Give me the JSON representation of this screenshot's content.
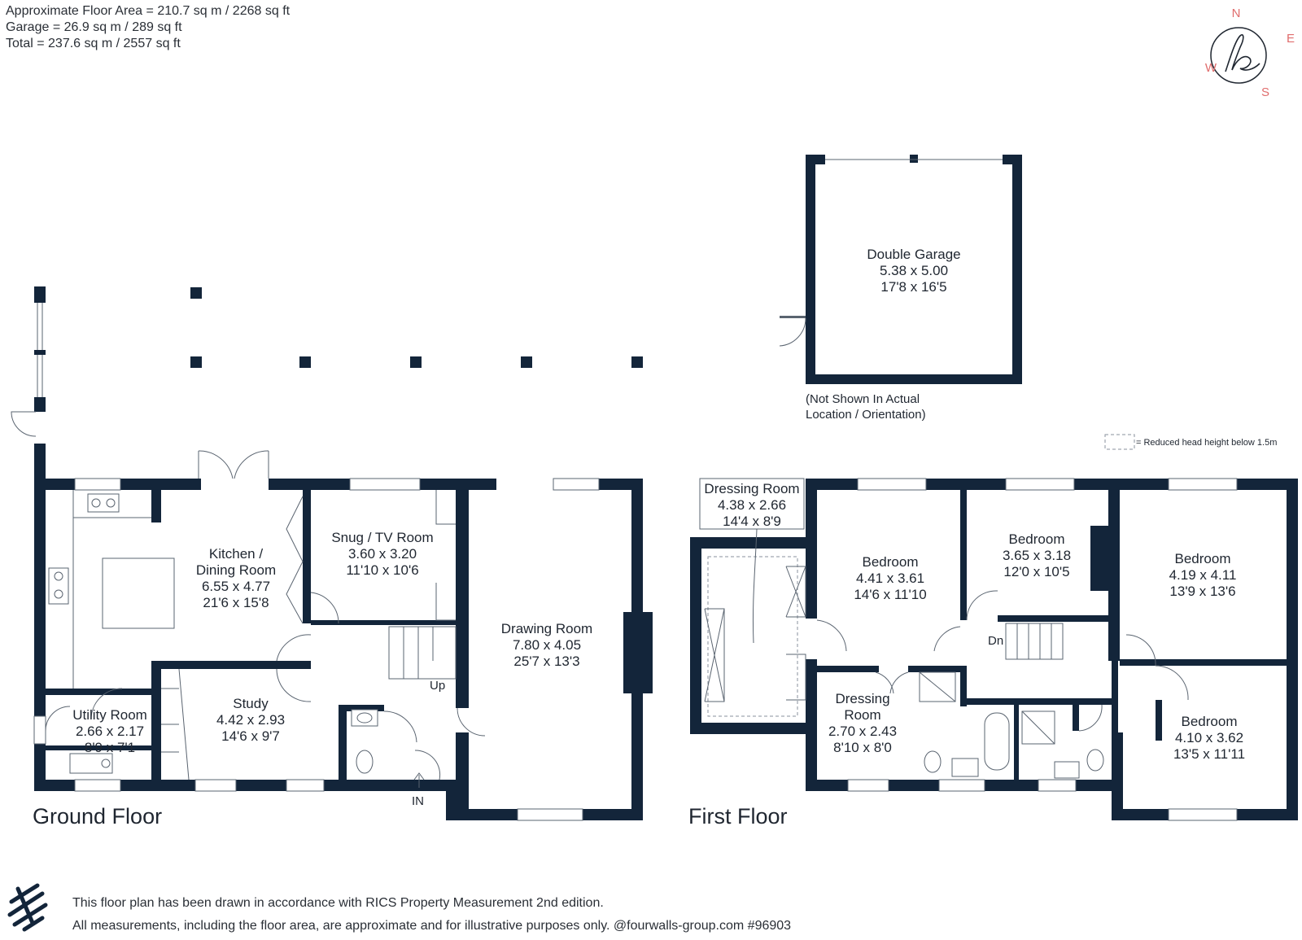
{
  "header": {
    "floor_area": "Approximate Floor Area = 210.7 sq m / 2268 sq ft",
    "garage": "Garage = 26.9 sq m / 289 sq ft",
    "total": "Total = 237.6 sq m / 2557 sq ft"
  },
  "compass": {
    "n": "N",
    "e": "E",
    "s": "S",
    "w": "W"
  },
  "garage_block": {
    "name": "Double Garage",
    "metric": "5.38 x 5.00",
    "imperial": "17'8 x 16'5",
    "note_line1": "(Not Shown In Actual",
    "note_line2": "Location / Orientation)"
  },
  "legend": {
    "reduced_head_height": "= Reduced head height below 1.5m"
  },
  "ground_floor": {
    "title": "Ground Floor",
    "rooms": [
      {
        "name": "Kitchen /",
        "name2": "Dining Room",
        "metric": "6.55 x 4.77",
        "imperial": "21'6 x 15'8"
      },
      {
        "name": "Snug / TV Room",
        "metric": "3.60 x 3.20",
        "imperial": "11'10 x 10'6"
      },
      {
        "name": "Drawing Room",
        "metric": "7.80 x 4.05",
        "imperial": "25'7 x 13'3"
      },
      {
        "name": "Study",
        "metric": "4.42 x 2.93",
        "imperial": "14'6 x 9'7"
      },
      {
        "name": "Utility Room",
        "metric": "2.66 x 2.17",
        "imperial": "8'9 x 7'1"
      }
    ],
    "up": "Up",
    "entrance": "IN"
  },
  "first_floor": {
    "title": "First Floor",
    "rooms": [
      {
        "name": "Dressing Room",
        "metric": "4.38 x 2.66",
        "imperial": "14'4 x 8'9"
      },
      {
        "name": "Bedroom",
        "metric": "4.41 x 3.61",
        "imperial": "14'6 x 11'10"
      },
      {
        "name": "Bedroom",
        "metric": "3.65 x 3.18",
        "imperial": "12'0 x 10'5"
      },
      {
        "name": "Bedroom",
        "metric": "4.19 x 4.11",
        "imperial": "13'9 x 13'6"
      },
      {
        "name": "Dressing",
        "name2": "Room",
        "metric": "2.70 x 2.43",
        "imperial": "8'10 x 8'0"
      },
      {
        "name": "Bedroom",
        "metric": "4.10 x 3.62",
        "imperial": "13'5 x 11'11"
      }
    ],
    "down": "Dn"
  },
  "footer": {
    "line1": "This floor plan has been drawn in accordance with RICS Property Measurement 2nd edition.",
    "line2": "All measurements, including the floor area, are approximate and for illustrative purposes only. @fourwalls-group.com #96903"
  }
}
